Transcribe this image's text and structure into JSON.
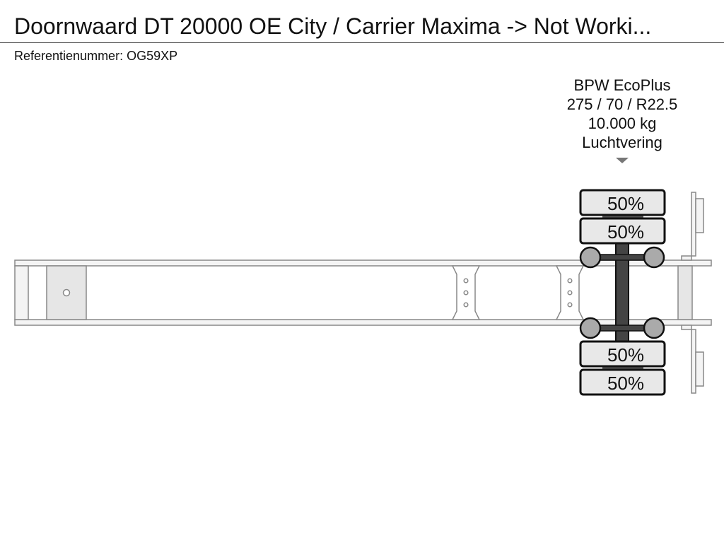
{
  "header": {
    "title": "Doornwaard DT 20000 OE City / Carrier Maxima -> Not Worki...",
    "reference": "Referentienummer: OG59XP"
  },
  "axles": [
    {
      "brand": "BPW EcoPlus",
      "tyre_size": "275 / 70 / R22.5",
      "capacity": "10.000 kg",
      "suspension": "Luchtvering",
      "tyres": [
        {
          "position": "left-outer",
          "tread": "50%"
        },
        {
          "position": "left-inner",
          "tread": "50%"
        },
        {
          "position": "right-inner",
          "tread": "50%"
        },
        {
          "position": "right-outer",
          "tread": "50%"
        }
      ]
    }
  ],
  "colors": {
    "frame_stroke": "#888888",
    "frame_fill": "#f4f4f4",
    "tyre_fill": "#e8e8e8",
    "axle_fill": "#444444",
    "hub_fill": "#aaaaaa"
  }
}
